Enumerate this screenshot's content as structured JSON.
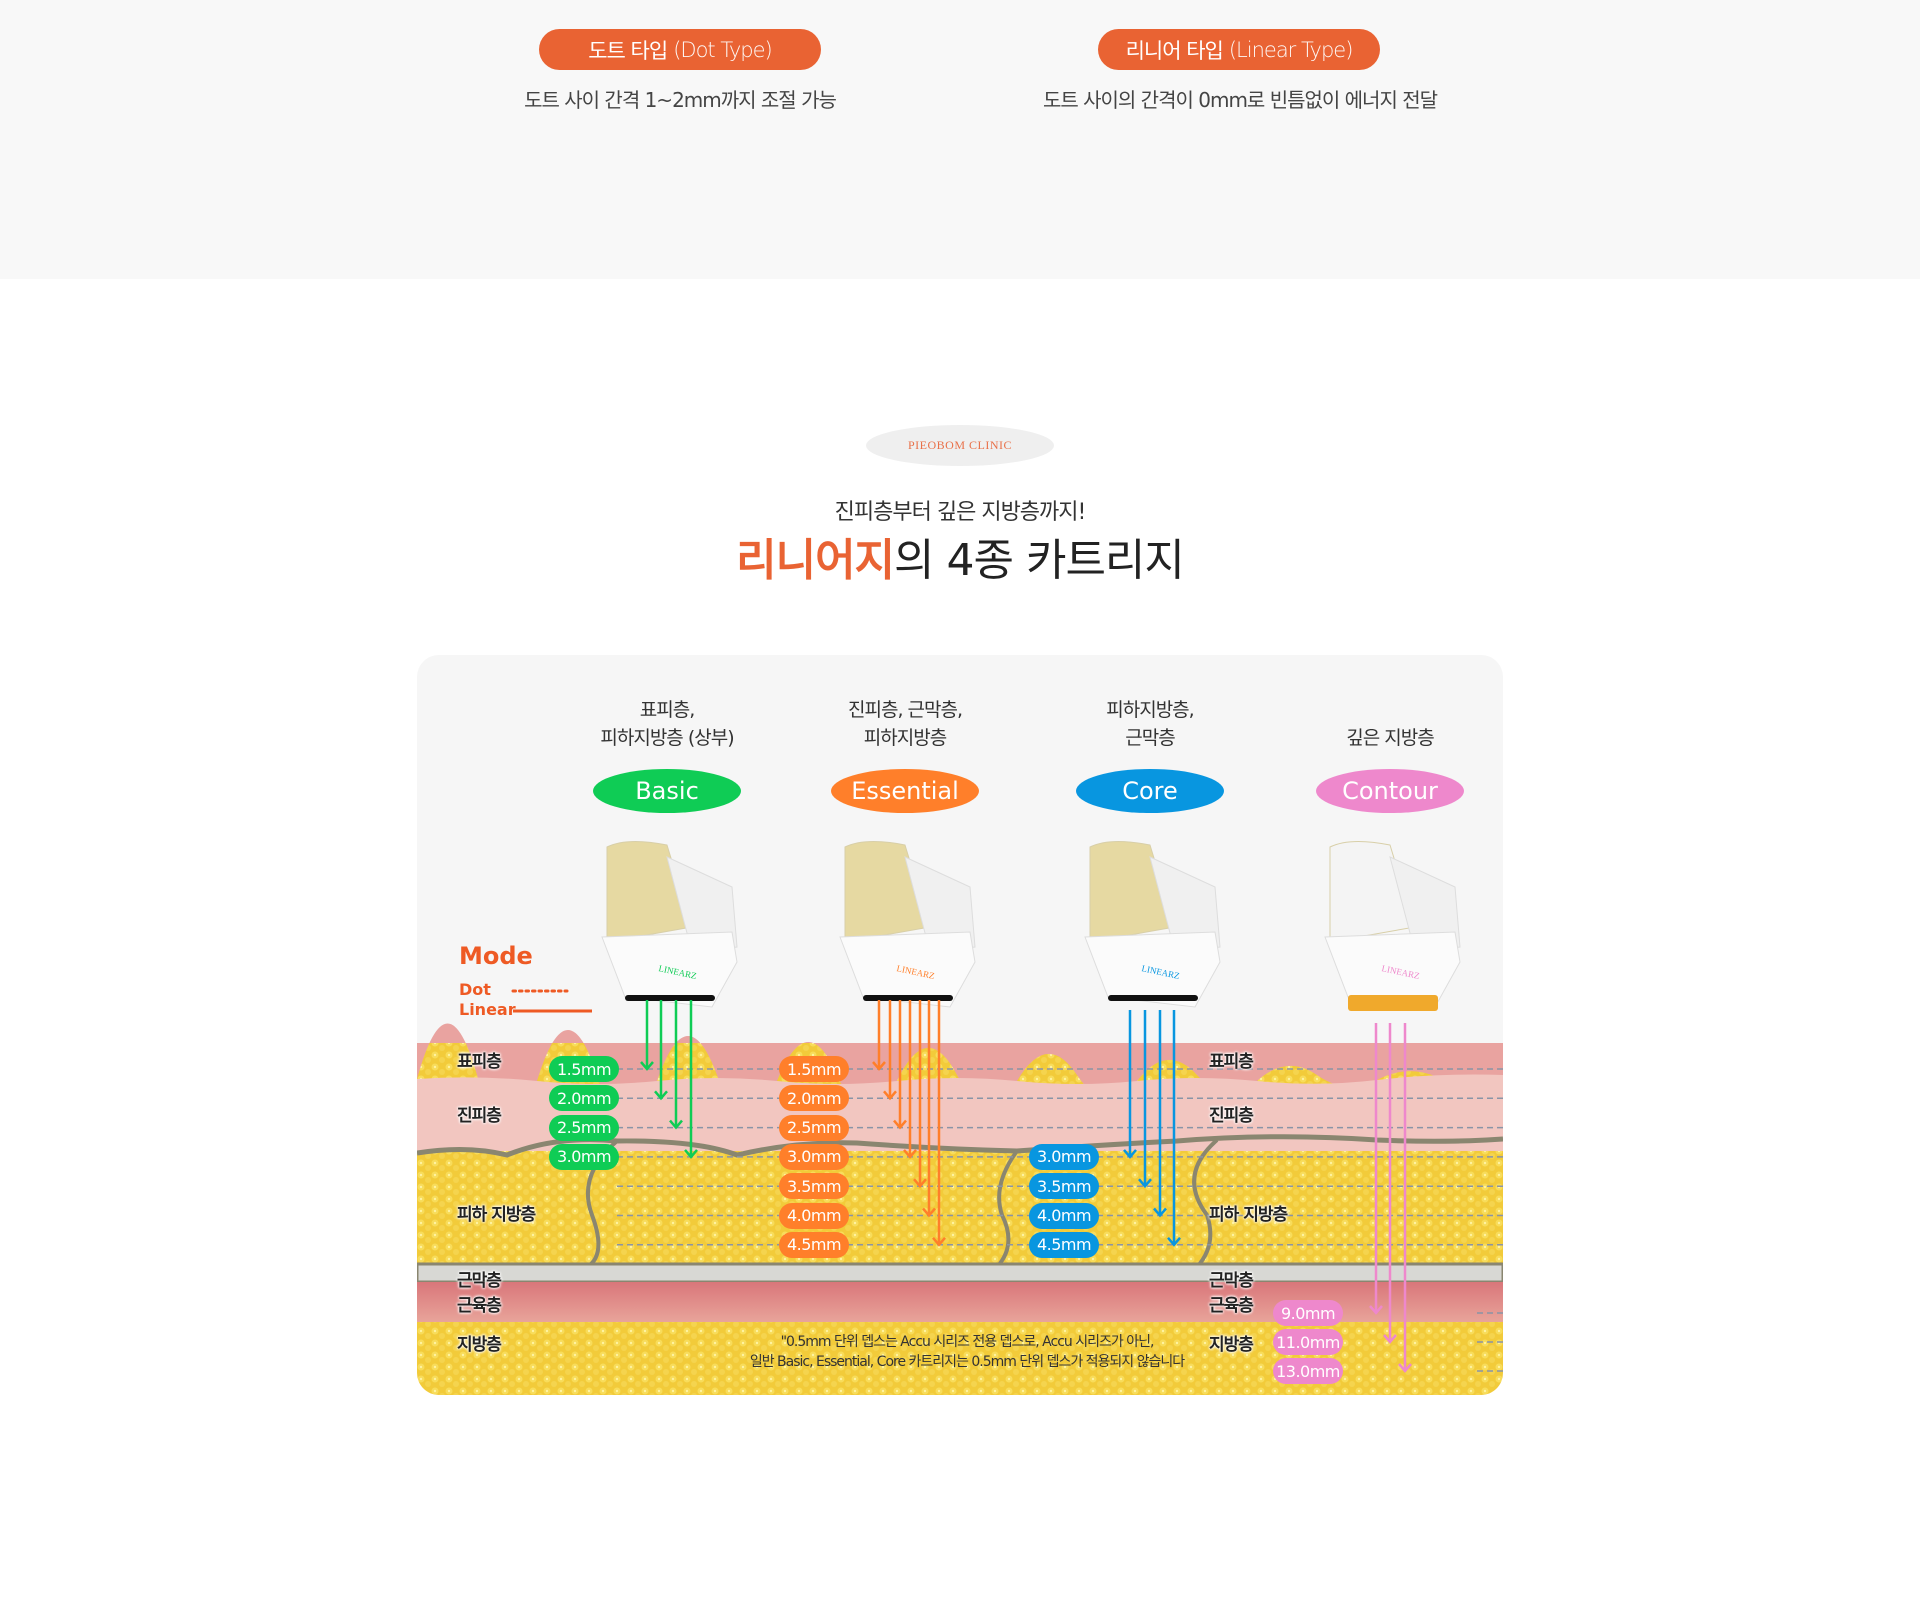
{
  "types": [
    {
      "ko": "도트 타입",
      "en": "(Dot Type)",
      "desc": "도트 사이 간격 1~2mm까지 조절 가능"
    },
    {
      "ko": "리니어 타입",
      "en": "(Linear Type)",
      "desc": "도트 사이의 간격이 0mm로 빈틈없이 에너지 전달"
    }
  ],
  "section": {
    "badge": "PIEOBOM CLINIC",
    "subtitle": "진피층부터 깊은 지방층까지!",
    "title_highlight": "리니어지",
    "title_rest": "의 4종 카트리지"
  },
  "colors": {
    "accent": "#e96333",
    "basic": "#0fcc55",
    "essential": "#ff7f2a",
    "core": "#0896e0",
    "contour": "#ee88cc"
  },
  "cartridges": [
    {
      "name": "Basic",
      "target_line1": "표피층,",
      "target_line2": "피하지방층 (상부)",
      "depths": [
        "1.5mm",
        "2.0mm",
        "2.5mm",
        "3.0mm"
      ],
      "values": [
        1.5,
        2.0,
        2.5,
        3.0
      ]
    },
    {
      "name": "Essential",
      "target_line1": "진피층, 근막층,",
      "target_line2": "피하지방층",
      "depths": [
        "1.5mm",
        "2.0mm",
        "2.5mm",
        "3.0mm",
        "3.5mm",
        "4.0mm",
        "4.5mm"
      ],
      "values": [
        1.5,
        2.0,
        2.5,
        3.0,
        3.5,
        4.0,
        4.5
      ]
    },
    {
      "name": "Core",
      "target_line1": "피하지방층,",
      "target_line2": "근막층",
      "depths": [
        "3.0mm",
        "3.5mm",
        "4.0mm",
        "4.5mm"
      ],
      "values": [
        3.0,
        3.5,
        4.0,
        4.5
      ]
    },
    {
      "name": "Contour",
      "target_line1": "",
      "target_line2": "깊은 지방층",
      "depths": [
        "9.0mm",
        "11.0mm",
        "13.0mm"
      ],
      "values": [
        9.0,
        11.0,
        13.0
      ]
    }
  ],
  "device_brand": "LINEARZ",
  "mode": {
    "title": "Mode",
    "dot": "Dot",
    "linear": "Linear"
  },
  "layers": {
    "epidermis": "표피층",
    "dermis": "진피층",
    "subcutaneous_fat": "피하 지방층",
    "fascia": "근막층",
    "muscle": "근육층",
    "fat": "지방층"
  },
  "note": {
    "line1": "\"0.5mm 단위 뎁스는 Accu 시리즈 전용 뎁스로, Accu 시리즈가 아닌,",
    "line2": "일반 Basic, Essential, Core 카트리지는 0.5mm 단위 뎁스가 적용되지 않습니다"
  }
}
